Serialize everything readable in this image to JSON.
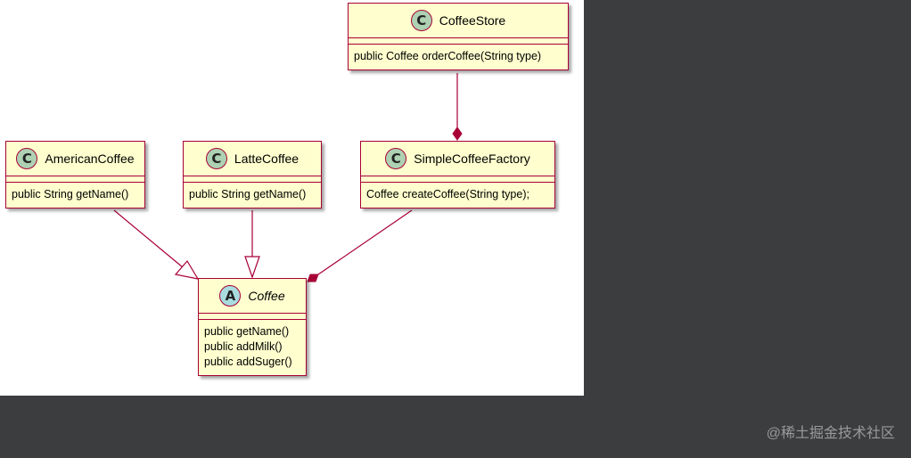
{
  "diagram": {
    "type": "uml-class-diagram",
    "colors": {
      "background": "#ffffff",
      "class_fill": "#fefece",
      "border": "#a80036",
      "class_stereotype_circle": "#add1b2",
      "abstract_stereotype_circle": "#a9dcdf",
      "outer_background": "#3c3d3f"
    },
    "classes": {
      "coffee_store": {
        "kind": "C",
        "name": "CoffeeStore",
        "members": [
          "public Coffee orderCoffee(String type)"
        ]
      },
      "american_coffee": {
        "kind": "C",
        "name": "AmericanCoffee",
        "members": [
          "public String getName()"
        ]
      },
      "latte_coffee": {
        "kind": "C",
        "name": "LatteCoffee",
        "members": [
          "public String getName()"
        ]
      },
      "simple_coffee_factory": {
        "kind": "C",
        "name": "SimpleCoffeeFactory",
        "members": [
          "Coffee createCoffee(String type);"
        ]
      },
      "coffee": {
        "kind": "A",
        "name": "Coffee",
        "abstract": true,
        "members": [
          "public getName()",
          "public addMilk()",
          "public addSuger()"
        ]
      }
    },
    "relationships": [
      {
        "from": "AmericanCoffee",
        "to": "Coffee",
        "type": "inheritance"
      },
      {
        "from": "LatteCoffee",
        "to": "Coffee",
        "type": "inheritance"
      },
      {
        "from": "CoffeeStore",
        "to": "SimpleCoffeeFactory",
        "type": "composition"
      },
      {
        "from": "SimpleCoffeeFactory",
        "to": "Coffee",
        "type": "composition"
      }
    ]
  },
  "watermark": "@稀土掘金技术社区"
}
